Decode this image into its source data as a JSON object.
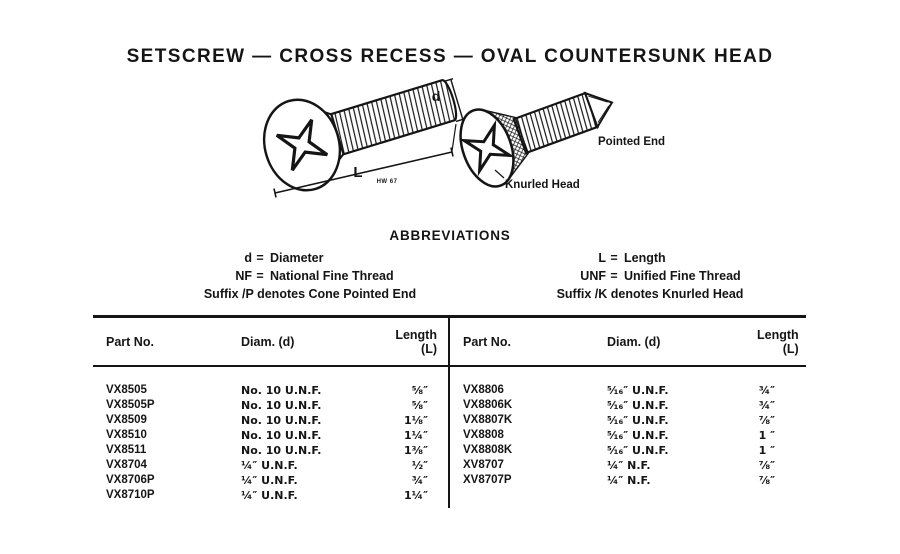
{
  "page": {
    "title": "SETSCREW — CROSS RECESS — OVAL COUNTERSUNK HEAD"
  },
  "drawings": {
    "left": {
      "dim_diameter": "d",
      "dim_length": "L",
      "artist_mark": "HW 67"
    },
    "right": {
      "pointed_end": "Pointed End",
      "knurled_head": "Knurled Head"
    }
  },
  "abbreviations": {
    "heading": "ABBREVIATIONS",
    "eq": "=",
    "left": {
      "pairs": [
        {
          "abbr": "d",
          "meaning": "Diameter"
        },
        {
          "abbr": "NF",
          "meaning": "National Fine Thread"
        }
      ],
      "note": "Suffix /P denotes Cone Pointed End"
    },
    "right": {
      "pairs": [
        {
          "abbr": "L",
          "meaning": "Length"
        },
        {
          "abbr": "UNF",
          "meaning": "Unified Fine Thread"
        }
      ],
      "note": "Suffix /K denotes Knurled Head"
    }
  },
  "table": {
    "headers": {
      "part": "Part No.",
      "diam": "Diam. (d)",
      "length": "Length (L)"
    },
    "left_rows": [
      {
        "part": "VX8505",
        "diam": "No. 10 U.N.F.",
        "length": "⅝″"
      },
      {
        "part": "VX8505P",
        "diam": "No. 10 U.N.F.",
        "length": "⅝″"
      },
      {
        "part": "VX8509",
        "diam": "No. 10 U.N.F.",
        "length": "1⅛″"
      },
      {
        "part": "VX8510",
        "diam": "No. 10 U.N.F.",
        "length": "1¼″"
      },
      {
        "part": "VX8511",
        "diam": "No. 10 U.N.F.",
        "length": "1⅜″"
      },
      {
        "part": "VX8704",
        "diam": "¼″ U.N.F.",
        "length": "½″"
      },
      {
        "part": "VX8706P",
        "diam": "¼″ U.N.F.",
        "length": "¾″"
      },
      {
        "part": "VX8710P",
        "diam": "¼″ U.N.F.",
        "length": "1¼″"
      }
    ],
    "right_rows": [
      {
        "part": "VX8806",
        "diam": "⁵⁄₁₆″ U.N.F.",
        "length": "¾″"
      },
      {
        "part": "VX8806K",
        "diam": "⁵⁄₁₆″ U.N.F.",
        "length": "¾″"
      },
      {
        "part": "VX8807K",
        "diam": "⁵⁄₁₆″ U.N.F.",
        "length": "⅞″"
      },
      {
        "part": "VX8808",
        "diam": "⁵⁄₁₆″ U.N.F.",
        "length": "1 ″"
      },
      {
        "part": "VX8808K",
        "diam": "⁵⁄₁₆″ U.N.F.",
        "length": "1 ″"
      },
      {
        "part": "XV8707",
        "diam": "¼″ N.F.",
        "length": "⅞″"
      },
      {
        "part": "XV8707P",
        "diam": "¼″ N.F.",
        "length": "⅞″"
      }
    ]
  },
  "colors": {
    "ink": "#151515",
    "paper": "#ffffff"
  }
}
